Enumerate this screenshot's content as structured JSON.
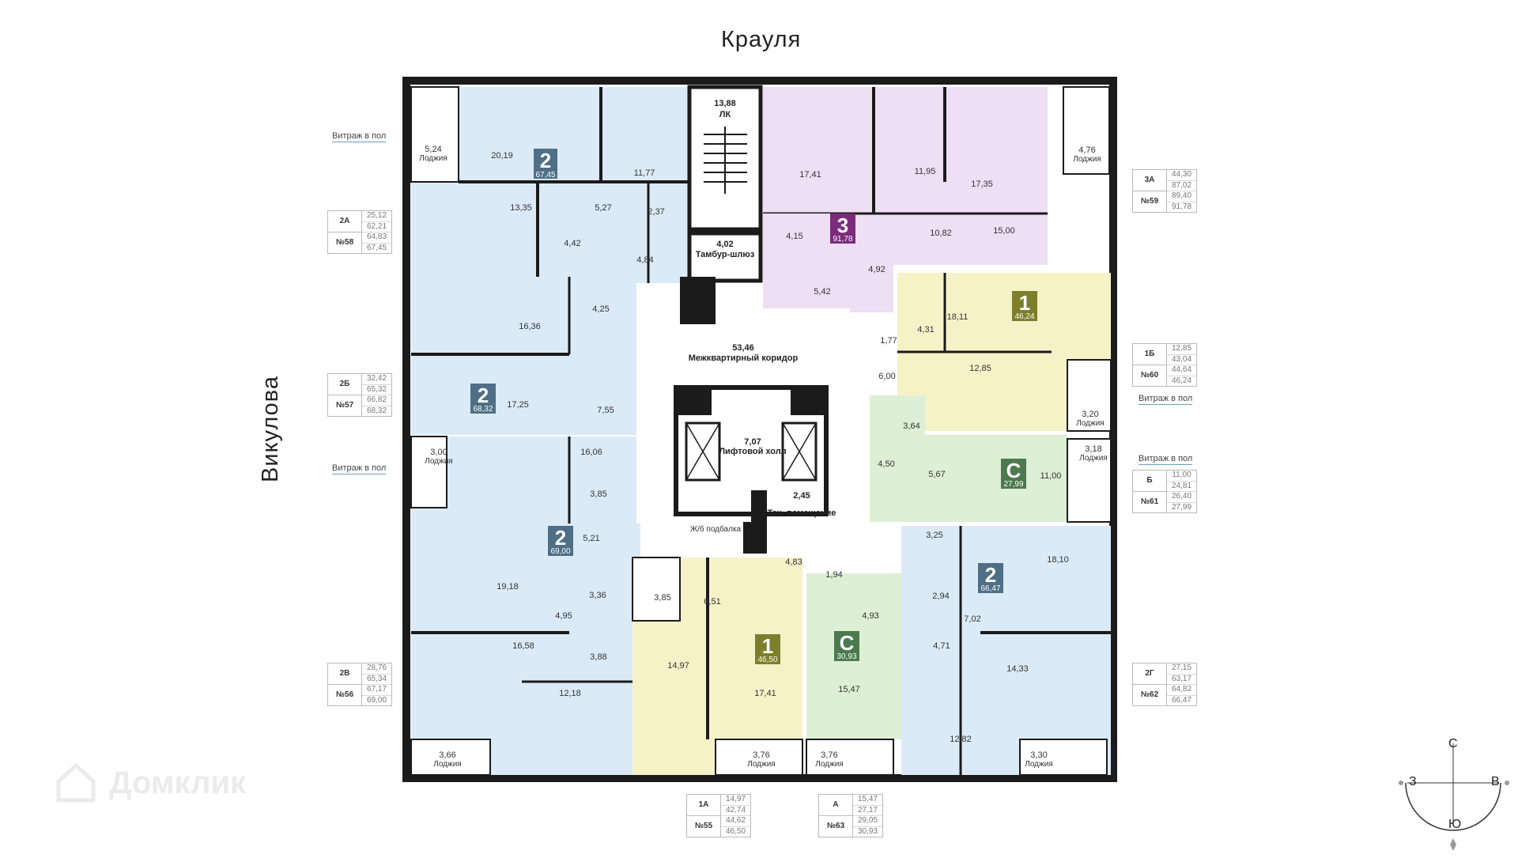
{
  "streets": {
    "top": "Крауля",
    "left": "Викулова"
  },
  "colors": {
    "blue": "#dbeaf7",
    "blue_badge": "#4e6f86",
    "purple": "#eedff4",
    "purple_badge": "#7a2b7c",
    "yellow": "#f6f2c8",
    "olive_badge": "#7d7f2b",
    "green": "#ddefd5",
    "green_badge": "#4c7a4f",
    "wall": "#1b1b1b",
    "gray_badge": "#556b7a"
  },
  "common_areas": [
    {
      "id": "lk",
      "area": "13,88",
      "label": "ЛК"
    },
    {
      "id": "tambur",
      "area": "4,02",
      "label": "Тамбур-шлюз"
    },
    {
      "id": "corridor",
      "area": "53,46",
      "label": "Межквартирный коридор"
    },
    {
      "id": "lift",
      "area": "7,07",
      "label": "Лифтовой холл"
    },
    {
      "id": "tech",
      "area": "2,45",
      "label": "Тех. помещение"
    },
    {
      "id": "rubbish",
      "area": "",
      "label": "Ж/б подбалка"
    }
  ],
  "apartments": [
    {
      "id": "58",
      "badge": "2",
      "total": "67,45",
      "color": "blue"
    },
    {
      "id": "59",
      "badge": "3",
      "total": "91,78",
      "color": "purple"
    },
    {
      "id": "60",
      "badge": "1",
      "total": "46,24",
      "color": "yellow"
    },
    {
      "id": "57",
      "badge": "2",
      "total": "68,32",
      "color": "blue"
    },
    {
      "id": "61",
      "badge": "С",
      "total": "27,99",
      "color": "green"
    },
    {
      "id": "56",
      "badge": "2",
      "total": "69,00",
      "color": "blue"
    },
    {
      "id": "62",
      "badge": "2",
      "total": "66,47",
      "color": "blue"
    },
    {
      "id": "55",
      "badge": "1",
      "total": "46,50",
      "color": "yellow"
    },
    {
      "id": "63",
      "badge": "С",
      "total": "30,93",
      "color": "green"
    }
  ],
  "rooms": [
    {
      "area": "5,24",
      "label": "Лоджия"
    },
    {
      "area": "20,19"
    },
    {
      "area": "11,77"
    },
    {
      "area": "5,27"
    },
    {
      "area": "2,37"
    },
    {
      "area": "13,35"
    },
    {
      "area": "4,42"
    },
    {
      "area": "4,84"
    },
    {
      "area": "17,41"
    },
    {
      "area": "11,95"
    },
    {
      "area": "17,35"
    },
    {
      "area": "4,76",
      "label": "Лоджия"
    },
    {
      "area": "10,82"
    },
    {
      "area": "15,00"
    },
    {
      "area": "4,15"
    },
    {
      "area": "4,92"
    },
    {
      "area": "5,42"
    },
    {
      "area": "18,11"
    },
    {
      "area": "4,31"
    },
    {
      "area": "1,77"
    },
    {
      "area": "6,00"
    },
    {
      "area": "12,85"
    },
    {
      "area": "3,20",
      "label": "Лоджия"
    },
    {
      "area": "16,36"
    },
    {
      "area": "4,25"
    },
    {
      "area": "17,25"
    },
    {
      "area": "7,55"
    },
    {
      "area": "3,00",
      "label": "Лоджия"
    },
    {
      "area": "16,06"
    },
    {
      "area": "3,85"
    },
    {
      "area": "3,64"
    },
    {
      "area": "4,50"
    },
    {
      "area": "5,67"
    },
    {
      "area": "11,00"
    },
    {
      "area": "3,18",
      "label": "Лоджия"
    },
    {
      "area": "5,21"
    },
    {
      "area": "19,18"
    },
    {
      "area": "3,36"
    },
    {
      "area": "4,95"
    },
    {
      "area": "16,58"
    },
    {
      "area": "3,88"
    },
    {
      "area": "12,18"
    },
    {
      "area": "3,66",
      "label": "Лоджия"
    },
    {
      "area": "3,25"
    },
    {
      "area": "18,10"
    },
    {
      "area": "2,94"
    },
    {
      "area": "7,02"
    },
    {
      "area": "4,71"
    },
    {
      "area": "14,33"
    },
    {
      "area": "12,82"
    },
    {
      "area": "3,30",
      "label": "Лоджия"
    },
    {
      "area": "3,85"
    },
    {
      "area": "6,51"
    },
    {
      "area": "14,97"
    },
    {
      "area": "17,41"
    },
    {
      "area": "3,76",
      "label": "Лоджия"
    },
    {
      "area": "4,83"
    },
    {
      "area": "1,94"
    },
    {
      "area": "4,93"
    },
    {
      "area": "15,47"
    },
    {
      "area": "3,76",
      "label": "Лоджия"
    }
  ],
  "vitrazh": [
    "Витраж в пол",
    "Витраж в пол",
    "Витраж в пол",
    "Витраж в пол"
  ],
  "info_cards": [
    {
      "type": "2А",
      "num": "№58",
      "areas": [
        "25,12",
        "62,21",
        "64,83",
        "67,45"
      ]
    },
    {
      "type": "2Б",
      "num": "№57",
      "areas": [
        "32,42",
        "65,32",
        "66,82",
        "68,32"
      ]
    },
    {
      "type": "2В",
      "num": "№56",
      "areas": [
        "28,76",
        "65,34",
        "67,17",
        "69,00"
      ]
    },
    {
      "type": "3А",
      "num": "№59",
      "areas": [
        "44,30",
        "87,02",
        "89,40",
        "91,78"
      ]
    },
    {
      "type": "1Б",
      "num": "№60",
      "areas": [
        "12,85",
        "43,04",
        "44,64",
        "46,24"
      ]
    },
    {
      "type": "Б",
      "num": "№61",
      "areas": [
        "11,00",
        "24,81",
        "26,40",
        "27,99"
      ]
    },
    {
      "type": "2Г",
      "num": "№62",
      "areas": [
        "27,15",
        "63,17",
        "64,82",
        "66,47"
      ]
    },
    {
      "type": "1А",
      "num": "№55",
      "areas": [
        "14,97",
        "42,74",
        "44,62",
        "46,50"
      ]
    },
    {
      "type": "А",
      "num": "№63",
      "areas": [
        "15,47",
        "27,17",
        "29,05",
        "30,93"
      ]
    }
  ],
  "compass": {
    "n": "С",
    "s": "Ю",
    "w": "З",
    "e": "В"
  },
  "watermark": "Домклик"
}
